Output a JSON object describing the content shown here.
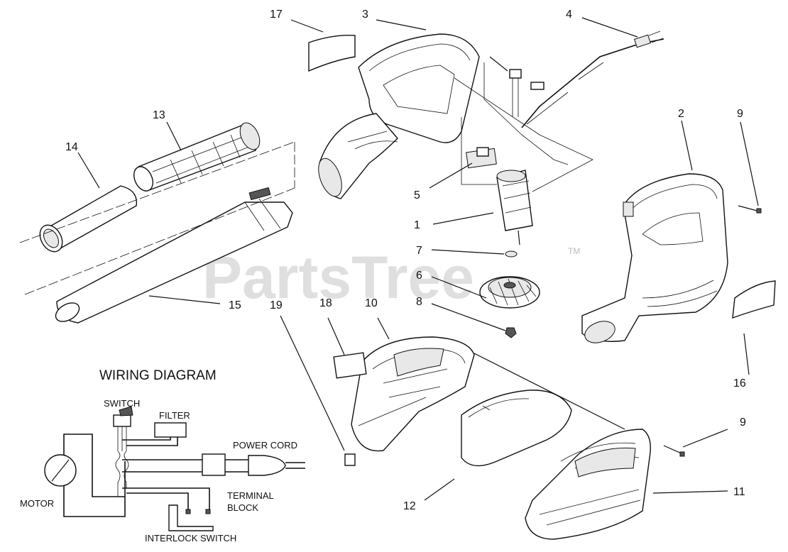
{
  "watermark": {
    "text": "PartsTree",
    "trademark": "TM"
  },
  "callouts": {
    "c1": "1",
    "c2": "2",
    "c3": "3",
    "c4": "4",
    "c5": "5",
    "c6": "6",
    "c7": "7",
    "c8": "8",
    "c9a": "9",
    "c9b": "9",
    "c10": "10",
    "c11": "11",
    "c12": "12",
    "c13": "13",
    "c14": "14",
    "c15": "15",
    "c16": "16",
    "c17": "17",
    "c18": "18",
    "c19": "19"
  },
  "wiring": {
    "title": "WIRING DIAGRAM",
    "switch": "SWITCH",
    "filter": "FILTER",
    "power_cord": "POWER CORD",
    "motor": "MOTOR",
    "terminal_line1": "TERMINAL",
    "terminal_line2": "BLOCK",
    "interlock": "INTERLOCK SWITCH"
  }
}
